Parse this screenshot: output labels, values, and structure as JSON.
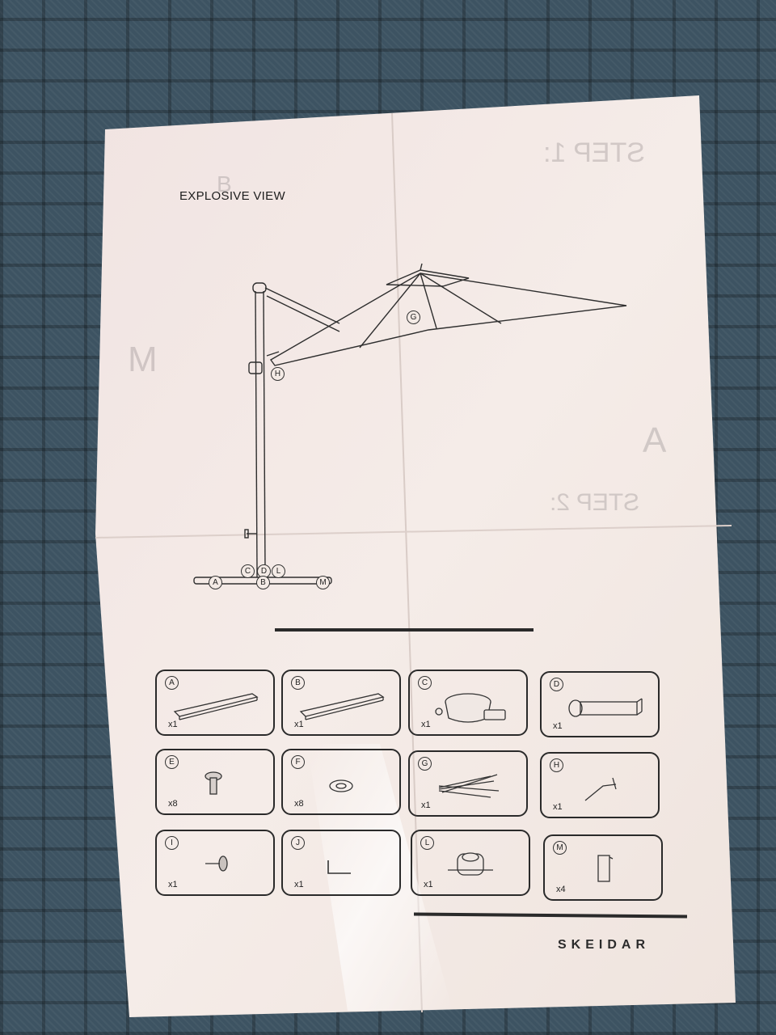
{
  "heading": "EXPLOSIVE VIEW",
  "ghost_text": {
    "step1": "STEP 1:",
    "step2": "STEP 2:",
    "m": "M",
    "a": "A",
    "b": "B"
  },
  "diagram_callouts": [
    "G",
    "H",
    "C",
    "D",
    "L",
    "A",
    "B",
    "M"
  ],
  "parts": [
    {
      "letter": "A",
      "qty": "x1",
      "icon": "base-beam-icon"
    },
    {
      "letter": "B",
      "qty": "x1",
      "icon": "base-beam-icon"
    },
    {
      "letter": "C",
      "qty": "x1",
      "icon": "base-hub-icon"
    },
    {
      "letter": "D",
      "qty": "x1",
      "icon": "square-tube-icon"
    },
    {
      "letter": "E",
      "qty": "x8",
      "icon": "bolt-icon"
    },
    {
      "letter": "F",
      "qty": "x8",
      "icon": "washer-icon"
    },
    {
      "letter": "G",
      "qty": "x1",
      "icon": "umbrella-canopy-icon"
    },
    {
      "letter": "H",
      "qty": "x1",
      "icon": "crank-handle-icon"
    },
    {
      "letter": "I",
      "qty": "x1",
      "icon": "knob-screw-icon"
    },
    {
      "letter": "J",
      "qty": "x1",
      "icon": "allen-key-icon"
    },
    {
      "letter": "L",
      "qty": "x1",
      "icon": "pole-collar-icon"
    },
    {
      "letter": "M",
      "qty": "x4",
      "icon": "bracket-icon"
    }
  ],
  "brand": "SKEIDAR",
  "colors": {
    "paper": "#f3e9e4",
    "ink": "#2a2a2a",
    "table": "#3d5362"
  }
}
